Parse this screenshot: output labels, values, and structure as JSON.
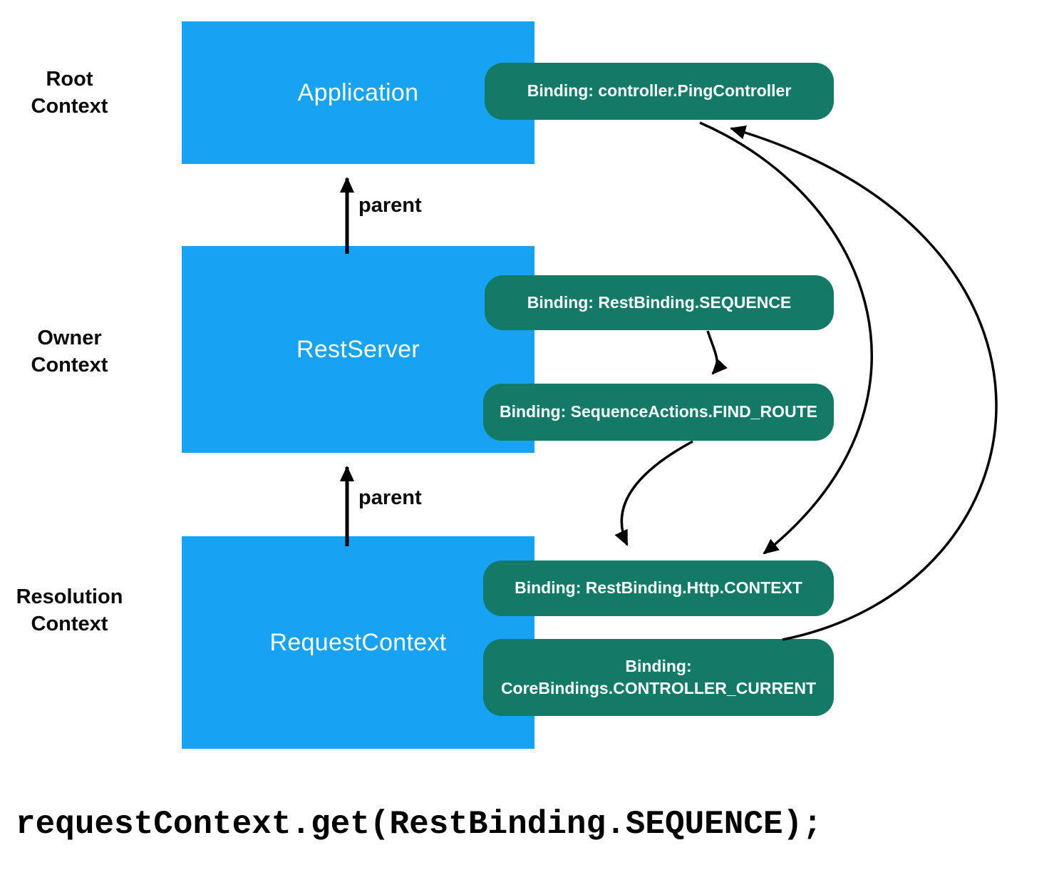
{
  "colors": {
    "box_fill": "#18a2f4",
    "pill_fill": "#127a66",
    "box_text": "#ffffff",
    "pill_text": "#ffffff",
    "arrow": "#000000"
  },
  "context_labels": [
    {
      "line1": "Root",
      "line2": "Context"
    },
    {
      "line1": "Owner",
      "line2": "Context"
    },
    {
      "line1": "Resolution",
      "line2": "Context"
    }
  ],
  "boxes": [
    {
      "label": "Application"
    },
    {
      "label": "RestServer"
    },
    {
      "label": "RequestContext"
    }
  ],
  "edges": [
    {
      "label": "parent"
    },
    {
      "label": "parent"
    }
  ],
  "bindings": [
    {
      "label": "Binding: controller.PingController"
    },
    {
      "label": "Binding: RestBinding.SEQUENCE"
    },
    {
      "label": "Binding: SequenceActions.FIND_ROUTE"
    },
    {
      "label": "Binding: RestBinding.Http.CONTEXT"
    },
    {
      "line1": "Binding:",
      "line2": "CoreBindings.CONTROLLER_CURRENT"
    }
  ],
  "code": "requestContext.get(RestBinding.SEQUENCE);"
}
